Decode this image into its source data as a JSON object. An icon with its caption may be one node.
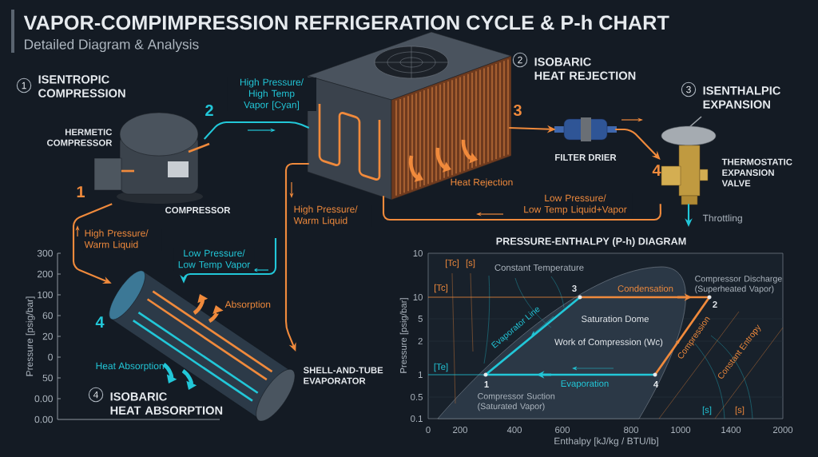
{
  "diagram": {
    "title": "VAPOR-COMPIMPRESSION REFRIGERATION CYCLE & P-h CHART",
    "nodes": [
      {
        "text": [
          "HERMETIC COMPRESSOR",
          "COMPRESSOR"
        ]
      },
      {
        "text": [],
        "shape": "picture"
      },
      {
        "text": [
          "FILTER DRIER"
        ]
      },
      {
        "text": [
          "THERMOSTATIC EXPANSION VALVE"
        ]
      },
      {
        "text": [
          "SHELL-AND-TUBE EVAPORATOR"
        ]
      }
    ],
    "edges": [
      {
        "from": 0,
        "to": 1,
        "arrow": "none",
        "label": "High Pressure/ High Temp Vapor [Cyan]",
        "color": "#22c7d8"
      },
      {
        "from": 1,
        "to": 2,
        "arrow": "to"
      },
      {
        "from": 2,
        "to": 3,
        "arrow": "to"
      },
      {
        "from": 3,
        "to": 1,
        "arrow": "none",
        "label": "Low Pressure/ Low Temp Liquid+Vapor"
      },
      {
        "from": 1,
        "to": 4,
        "arrow": "to",
        "label": "High Pressure/ Warm Liquid"
      },
      {
        "from": 0,
        "to": 4,
        "arrow": "to",
        "label": "High Pressure/ Warm Liquid"
      },
      {
        "from": null,
        "to": 4,
        "arrow": "to",
        "label": "Low Pressure/ Low Temp Vapor",
        "color": "#22c7d8"
      },
      {
        "from": 3,
        "to": null,
        "arrow": "to",
        "label": "Throttling",
        "color": "#22c7d8"
      }
    ],
    "labels": [
      "Detailed Diagram & Analysis",
      "1",
      "ISENTROPIC COMPRESSION",
      "2",
      "ISOBARIC HEAT REJECTION",
      "3",
      "ISENTHALPIC EXPANSION",
      "1",
      "2",
      "3",
      "Heat Rejection",
      "4",
      "300",
      "200",
      "100",
      "60",
      "20",
      "0",
      "50",
      "0.00",
      "0.00",
      "Pressure [psig/bar]",
      "4",
      "Absorption",
      "Heat Absorption",
      "4",
      "ISOBARIC HEAT ABSORPTION",
      "PRESSURE-ENTHALPY (P-h) DIAGRAM",
      "10",
      "10",
      "5",
      "2",
      "1",
      "0.5",
      "0.1",
      "Pressure [psig/bar]",
      "[Tc]",
      "[s]",
      "Constant Temperature",
      "[Tc]",
      "3",
      "Condensation",
      "Compressor Discharge (Superheated Vapor)",
      "2",
      "Saturation Dome",
      "Evaporator Line",
      "Work of Compression (Wc)",
      "Compression",
      "Constant Entropy",
      "[Te]",
      "1",
      "4",
      "Evaporation",
      "Compressor Suction (Saturated Vapor)",
      "[s]",
      "[s]",
      "0",
      "200",
      "400",
      "600",
      "800",
      "1000",
      "1400",
      "2000",
      "Enthalpy [kJ/kg / BTU/lb]"
    ]
  }
}
